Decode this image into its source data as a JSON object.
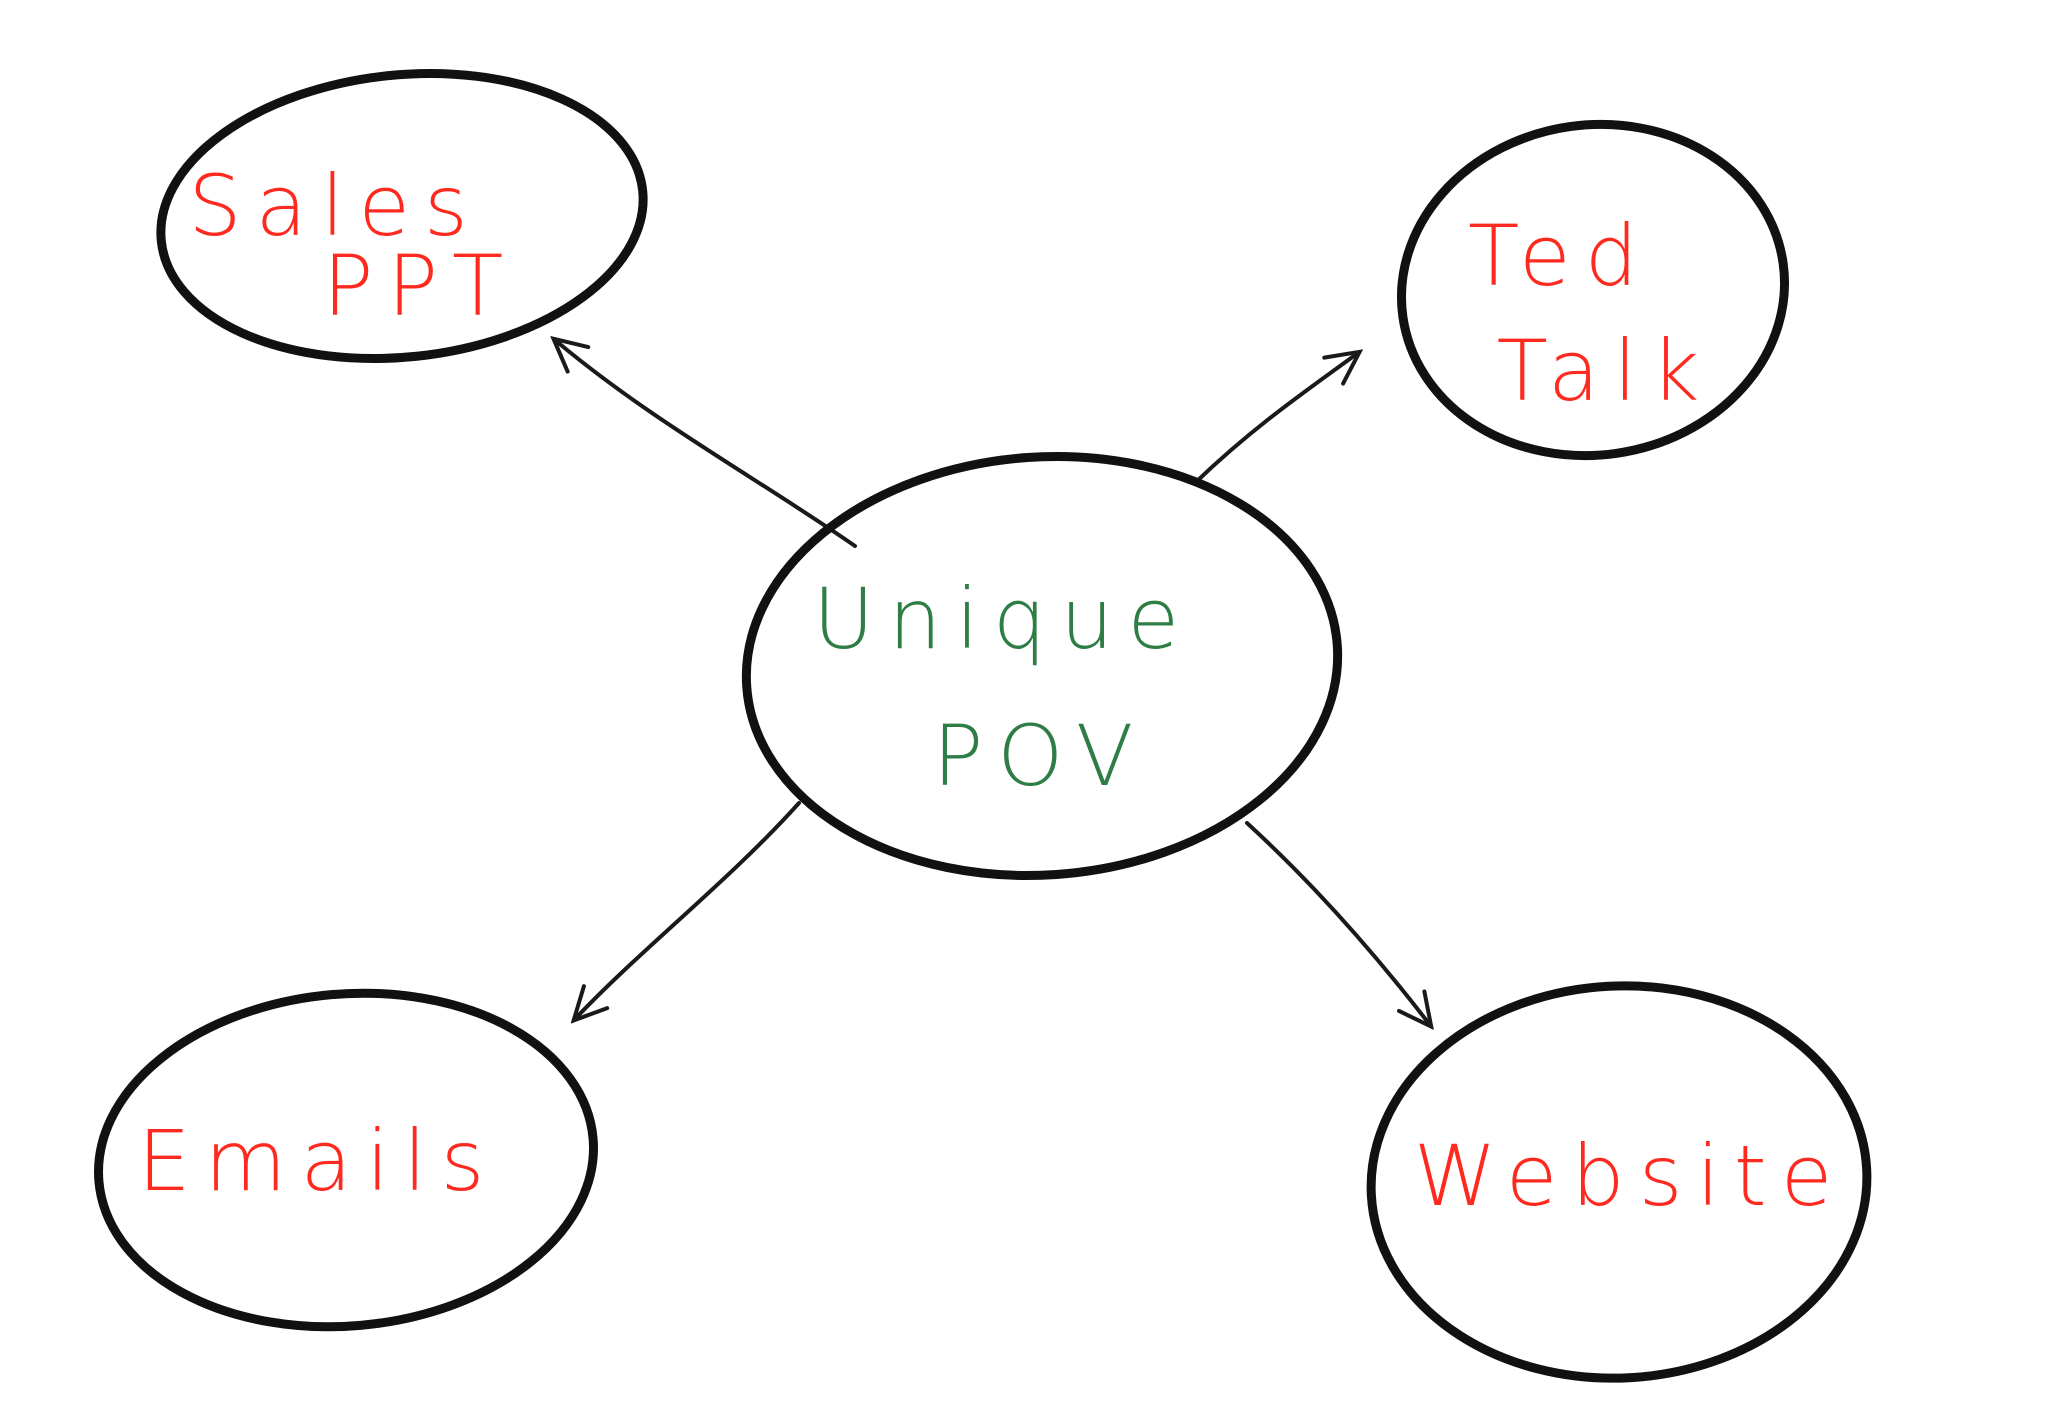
{
  "colors": {
    "outer_text": "#ff2a1f",
    "center_text": "#2e7d45",
    "stroke": "#111111"
  },
  "center": {
    "line1": "Unique",
    "line2": "POV"
  },
  "nodes": {
    "sales": {
      "line1": "Sales",
      "line2": "PPT"
    },
    "ted": {
      "line1": "Ted",
      "line2": "Talk"
    },
    "emails": {
      "line1": "Emails"
    },
    "website": {
      "line1": "Website"
    }
  }
}
